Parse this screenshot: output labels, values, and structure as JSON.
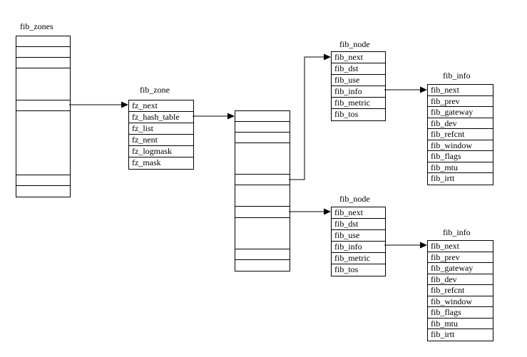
{
  "diagram": {
    "background_color": "#ffffff",
    "line_color": "#000000",
    "boxes": {
      "fib_zones": {
        "title": "fib_zones",
        "row_texts": []
      },
      "fib_zone": {
        "title": "fib_zone",
        "rows": [
          "fz_next",
          "fz_hash_table",
          "fz_list",
          "fz_nent",
          "fz_logmask",
          "fz_mask"
        ]
      },
      "hash_table": {
        "row_texts": []
      },
      "fib_node_top": {
        "title": "fib_node",
        "rows": [
          "fib_next",
          "fib_dst",
          "fib_use",
          "fib_info",
          "fib_metric",
          "fib_tos"
        ]
      },
      "fib_info_top": {
        "title": "fib_info",
        "rows": [
          "fib_next",
          "fib_prev",
          "fib_gateway",
          "fib_dev",
          "fib_refcnt",
          "fib_window",
          "fib_flags",
          "fib_mtu",
          "fib_irtt"
        ]
      },
      "fib_node_bottom": {
        "title": "fib_node",
        "rows": [
          "fib_next",
          "fib_dst",
          "fib_use",
          "fib_info",
          "fib_metric",
          "fib_tos"
        ]
      },
      "fib_info_bottom": {
        "title": "fib_info",
        "rows": [
          "fib_next",
          "fib_prev",
          "fib_gateway",
          "fib_dev",
          "fib_refcnt",
          "fib_window",
          "fib_flags",
          "fib_mtu",
          "fib_irtt"
        ]
      }
    },
    "connectors": [
      {
        "from": "fib_zones.row5",
        "to": "fib_zone.fz_next"
      },
      {
        "from": "fib_zone.fz_hash_table",
        "to": "hash_table.row1"
      },
      {
        "from": "hash_table.row5",
        "to": "fib_node_top.fib_next"
      },
      {
        "from": "hash_table.row7",
        "to": "fib_node_bottom.fib_next"
      },
      {
        "from": "fib_node_top.fib_info",
        "to": "fib_info_top.fib_next"
      },
      {
        "from": "fib_node_bottom.fib_info",
        "to": "fib_info_bottom.fib_next"
      }
    ]
  }
}
